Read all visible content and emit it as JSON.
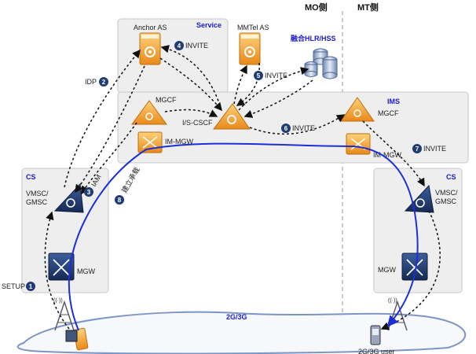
{
  "headers": {
    "mo": "MO侧",
    "mt": "MT侧"
  },
  "domains": {
    "service": "Service",
    "ims": "IMS",
    "cs_left": "CS",
    "cs_right": "CS",
    "radio": "2G/3G"
  },
  "nodes": {
    "anchor_as": "Anchor AS",
    "mmtel_as": "MMTel AS",
    "hlr_hss": "融合HLR/HSS",
    "mgcf_left": "MGCF",
    "im_mgw_left": "IM-MGW",
    "iscscf": "I/S-CSCF",
    "mgcf_right": "MGCF",
    "im_mgw_right": "IM-MGW",
    "vmsc_left": "VMSC/\nGMSC",
    "mgw_left": "MGW",
    "vmsc_right": "VMSC/\nGMSC",
    "mgw_right": "MGW",
    "ue_right": "2G/3G user"
  },
  "steps": [
    {
      "num": "1",
      "label": "SETUP"
    },
    {
      "num": "2",
      "label": "IDP"
    },
    {
      "num": "3",
      "label": "IAM"
    },
    {
      "num": "4",
      "label": "INVITE"
    },
    {
      "num": "5",
      "label": "INVITE"
    },
    {
      "num": "6",
      "label": "INVITE"
    },
    {
      "num": "7",
      "label": "INVITE"
    },
    {
      "num": "8",
      "label": "建立承载"
    }
  ],
  "colors": {
    "bearer": "#1c2fd6",
    "signaling": "#111111",
    "badge": "#1f3c73",
    "node_orange": "#f0a020",
    "node_navy": "#1f3c73"
  }
}
